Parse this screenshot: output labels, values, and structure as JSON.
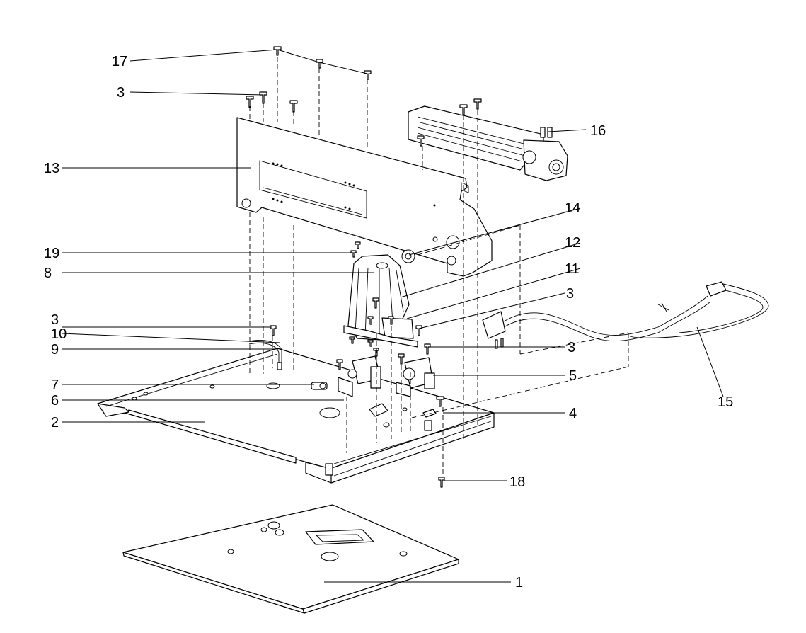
{
  "callouts": [
    {
      "id": "c1",
      "label": "1"
    },
    {
      "id": "c2",
      "label": "2"
    },
    {
      "id": "c3a",
      "label": "3"
    },
    {
      "id": "c3b",
      "label": "3"
    },
    {
      "id": "c3c",
      "label": "3"
    },
    {
      "id": "c3d",
      "label": "3"
    },
    {
      "id": "c4",
      "label": "4"
    },
    {
      "id": "c5",
      "label": "5"
    },
    {
      "id": "c6",
      "label": "6"
    },
    {
      "id": "c7",
      "label": "7"
    },
    {
      "id": "c8",
      "label": "8"
    },
    {
      "id": "c9",
      "label": "9"
    },
    {
      "id": "c10",
      "label": "10"
    },
    {
      "id": "c11",
      "label": "11"
    },
    {
      "id": "c12",
      "label": "12"
    },
    {
      "id": "c13",
      "label": "13"
    },
    {
      "id": "c14",
      "label": "14"
    },
    {
      "id": "c15",
      "label": "15"
    },
    {
      "id": "c16",
      "label": "16"
    },
    {
      "id": "c17",
      "label": "17"
    },
    {
      "id": "c18",
      "label": "18"
    },
    {
      "id": "c19",
      "label": "19"
    }
  ]
}
